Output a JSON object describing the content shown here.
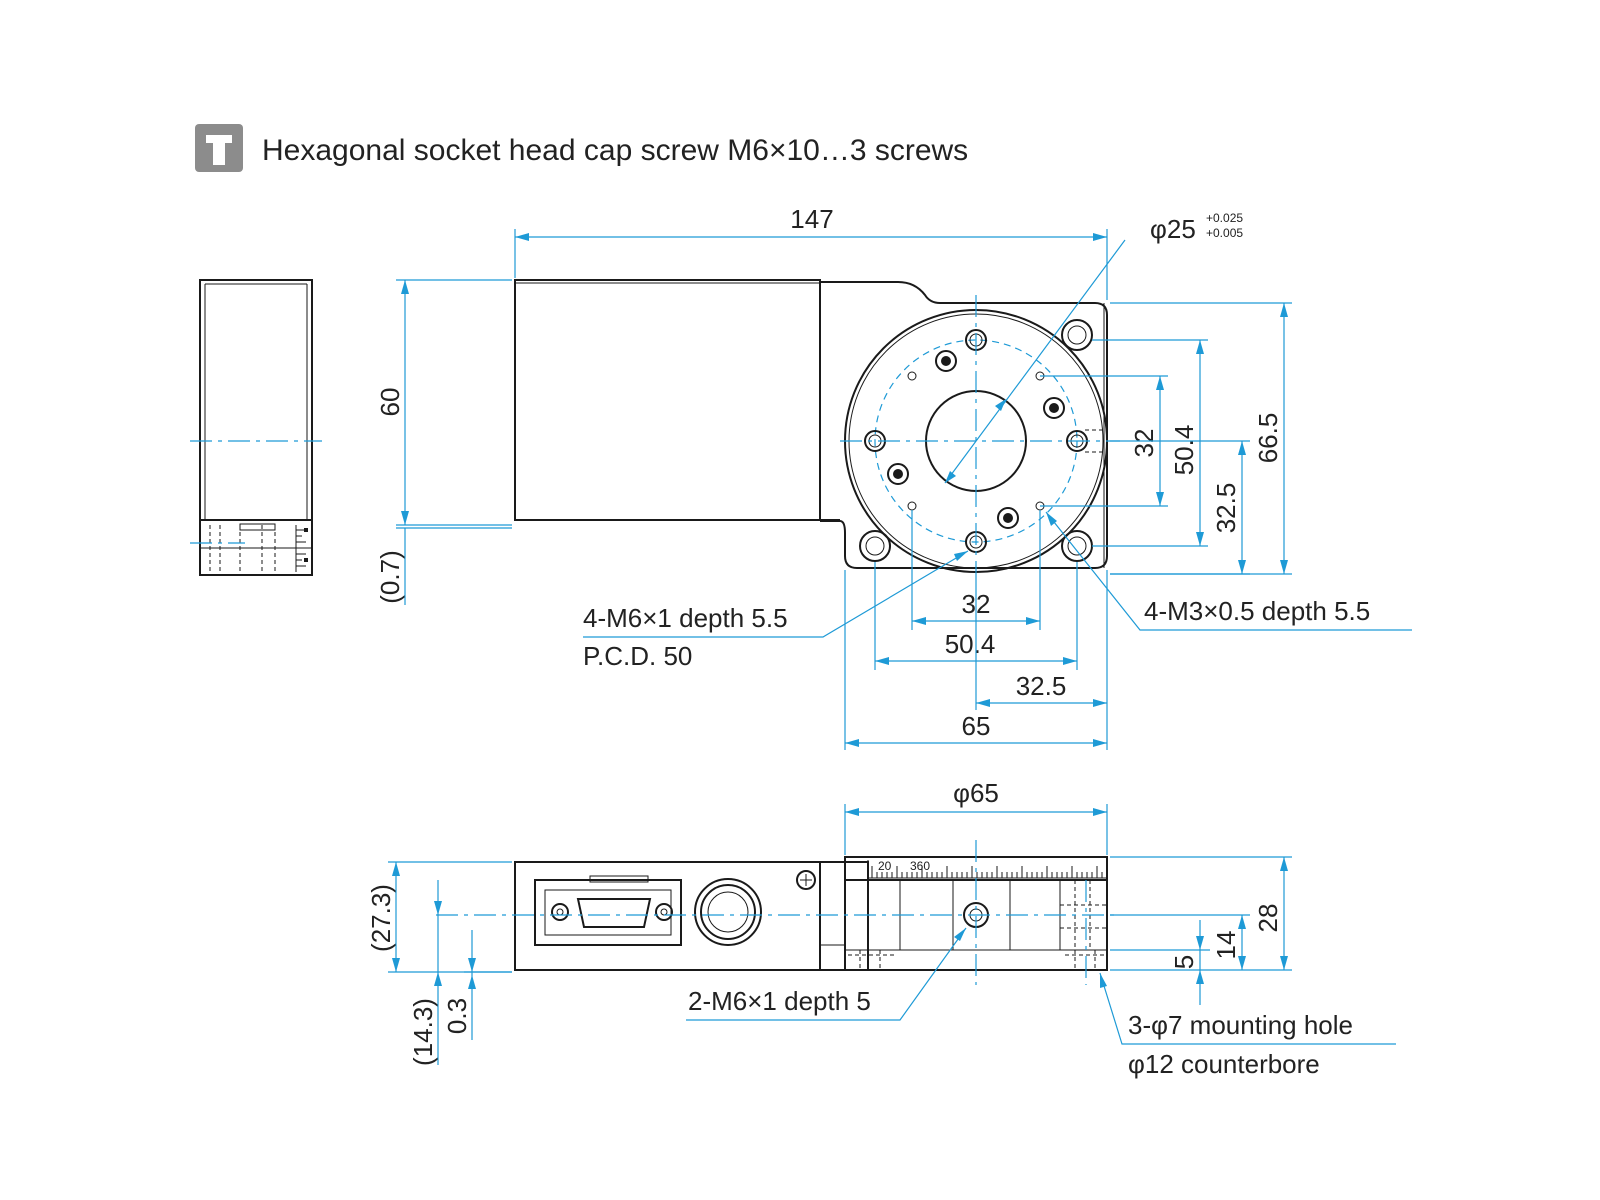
{
  "header": {
    "icon": "cap-screw-icon",
    "icon_color": "#8c8c8c",
    "text": "Hexagonal socket head cap screw M6×10…3 screws"
  },
  "colors": {
    "dimension_line": "#1e9ad6",
    "outline": "#1a1a1a"
  },
  "top_view": {
    "dim_147": "147",
    "dim_bore": "φ25",
    "dim_bore_tol_upper": "+0.025",
    "dim_bore_tol_lower": "+0.005",
    "dim_60": "60",
    "dim_0_7": "(0.7)",
    "dim_32_v": "32",
    "dim_50_4_v": "50.4",
    "dim_32_5_v": "32.5",
    "dim_66_5_v": "66.5",
    "dim_32_h": "32",
    "dim_50_4_h": "50.4",
    "dim_32_5_h": "32.5",
    "dim_65_h": "65",
    "label_m6_tap": "4-M6×1 depth 5.5",
    "label_pcd": "P.C.D. 50",
    "label_m3_tap": "4-M3×0.5 depth 5.5"
  },
  "front_view": {
    "dim_phi65": "φ65",
    "dim_27_3": "(27.3)",
    "dim_14_3": "(14.3)",
    "dim_0_3": "0.3",
    "dim_28": "28",
    "dim_14": "14",
    "dim_5": "5",
    "label_m6_tap": "2-M6×1 depth 5",
    "label_mounting": "3-φ7 mounting hole",
    "label_counterbore": "φ12 counterbore",
    "scale_label_a": "20",
    "scale_label_b": "360"
  }
}
